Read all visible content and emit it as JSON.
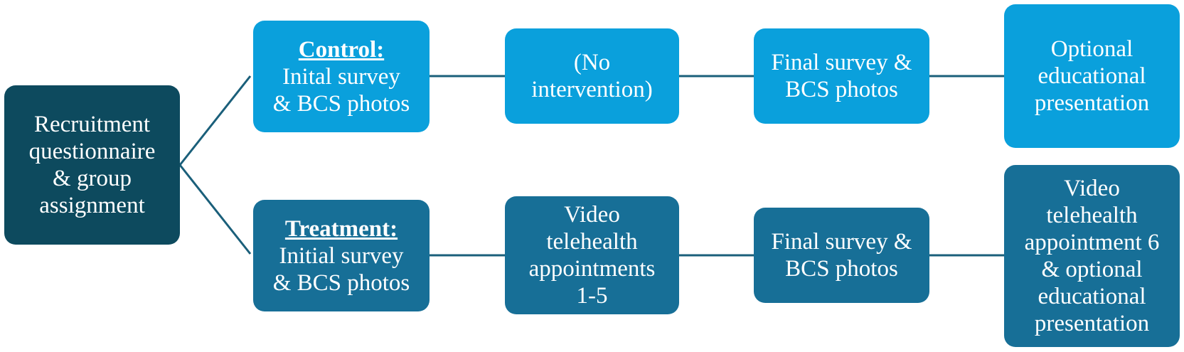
{
  "colors": {
    "root": "#0d4a5e",
    "control": "#0aa0dc",
    "treatment": "#176f97",
    "connector": "#1a5f7a",
    "text": "#ffffff"
  },
  "root": {
    "lines": [
      "Recruitment",
      "questionnaire",
      "& group",
      "assignment"
    ]
  },
  "control": {
    "step1": {
      "title": "Control:",
      "lines": [
        "Inital survey",
        "& BCS photos"
      ]
    },
    "step2": {
      "lines": [
        "(No",
        "intervention)"
      ]
    },
    "step3": {
      "lines": [
        "Final survey &",
        "BCS photos"
      ]
    },
    "step4": {
      "lines": [
        "Optional",
        "educational",
        "presentation"
      ]
    }
  },
  "treatment": {
    "step1": {
      "title": "Treatment:",
      "lines": [
        "Initial survey",
        "& BCS photos"
      ]
    },
    "step2": {
      "lines": [
        "Video",
        "telehealth",
        "appointments",
        "1-5"
      ]
    },
    "step3": {
      "lines": [
        "Final survey &",
        "BCS photos"
      ]
    },
    "step4": {
      "lines": [
        "Video",
        "telehealth",
        "appointment 6",
        "& optional",
        "educational",
        "presentation"
      ]
    }
  }
}
